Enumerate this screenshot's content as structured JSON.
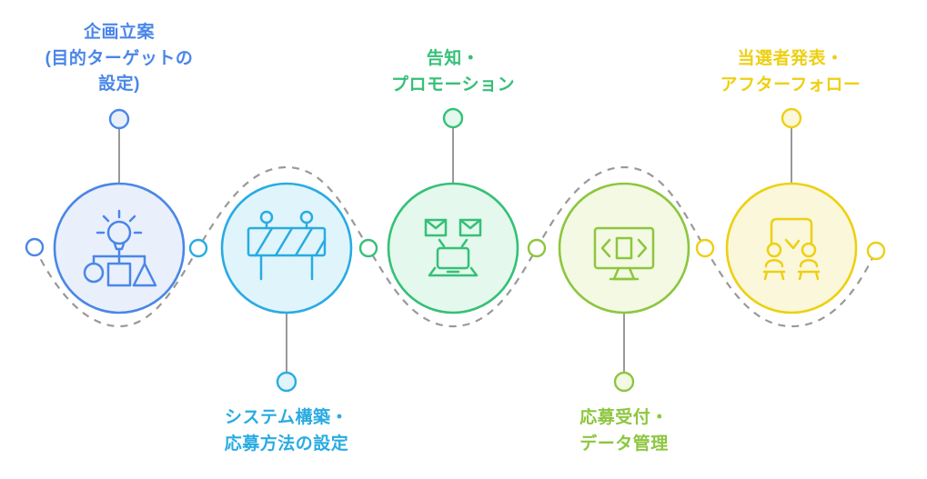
{
  "diagram": {
    "title": "campaign-process-flow",
    "background_color": "#ffffff",
    "line_color": "#999999",
    "dot_fill": "#ffffff",
    "steps": [
      {
        "id": 1,
        "label": "企画立案\n(目的ターゲットの\n設定)",
        "icon": "idea-org-chart-icon",
        "accent_color": "#4A86E8",
        "fill_color": "#E9F0FC",
        "label_position": "top"
      },
      {
        "id": 2,
        "label": "システム構築・\n応募方法の設定",
        "icon": "construction-barrier-icon",
        "accent_color": "#29ABE2",
        "fill_color": "#E0F4FB",
        "label_position": "bottom"
      },
      {
        "id": 3,
        "label": "告知・\nプロモーション",
        "icon": "laptop-mail-icon",
        "accent_color": "#35C077",
        "fill_color": "#E4F8ED",
        "label_position": "top"
      },
      {
        "id": 4,
        "label": "応募受付・\nデータ管理",
        "icon": "monitor-code-icon",
        "accent_color": "#8DC63F",
        "fill_color": "#F3F9E2",
        "label_position": "bottom"
      },
      {
        "id": 5,
        "label": "当選者発表・\nアフターフォロー",
        "icon": "audience-follow-up-icon",
        "accent_color": "#EDD013",
        "fill_color": "#FBF7DA",
        "label_position": "top"
      }
    ]
  }
}
